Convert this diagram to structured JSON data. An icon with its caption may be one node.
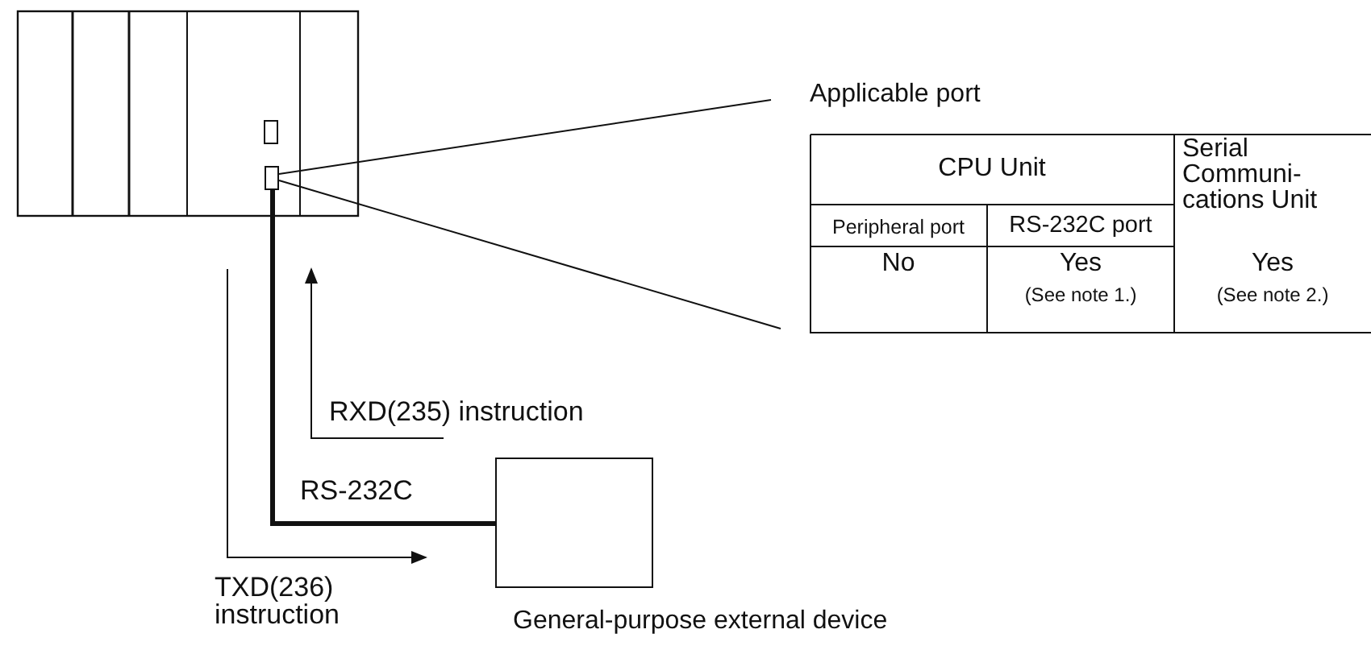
{
  "diagram": {
    "nodes": [
      {
        "text": [],
        "shape": "picture"
      },
      {
        "text": [],
        "shape": "box",
        "in": 0
      },
      {
        "text": [],
        "shape": "box",
        "beside": [
          "General-purpose external device"
        ]
      },
      {
        "text": [
          "Applicable port"
        ]
      }
    ],
    "edges": [
      {
        "from": 1,
        "to": 3,
        "arrow": "none"
      },
      {
        "from": 1,
        "to": 3,
        "arrow": "none"
      },
      {
        "from": 1,
        "to": 2,
        "arrow": "none",
        "style": "thick",
        "label": "RS-232C"
      },
      {
        "from": 2,
        "to": 0,
        "arrow": "to",
        "label": "RXD(235) instruction"
      },
      {
        "from": 0,
        "to": 2,
        "arrow": "to",
        "label": "TXD(236) instruction"
      }
    ],
    "labels": [
      "CPU Unit",
      "Serial Communi-cations Unit",
      "Peripheral port",
      "RS-232C port",
      "No",
      "Yes",
      "(See note 1.)",
      "Yes",
      "(See note 2.)"
    ]
  }
}
